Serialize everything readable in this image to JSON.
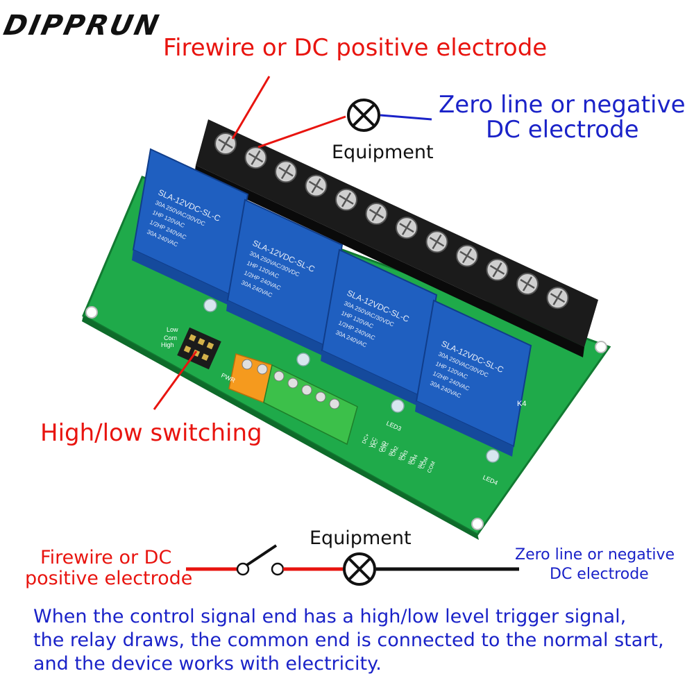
{
  "brand": "DIPPRUN",
  "top_labels": {
    "firewire": "Firewire or DC positive electrode",
    "zero_line_1": "Zero line or negative",
    "zero_line_2": "DC electrode",
    "equipment": "Equipment"
  },
  "switching_label": "High/low switching",
  "relays": [
    {
      "model": "SLA-12VDC-SL-C",
      "rating_1": "30A 250VAC/30VDC",
      "rating_2": "1HP 120VAC",
      "rating_3": "1/2HP 240VAC",
      "rating_4": "30A 240VAC"
    },
    {
      "model": "SLA-12VDC-SL-C",
      "rating_1": "30A 250VAC/30VDC",
      "rating_2": "1HP 120VAC",
      "rating_3": "1/2HP 240VAC",
      "rating_4": "30A 240VAC"
    },
    {
      "model": "SLA-12VDC-SL-C",
      "rating_1": "30A 250VAC/30VDC",
      "rating_2": "1HP 120VAC",
      "rating_3": "1/2HP 240VAC",
      "rating_4": "30A 240VAC"
    },
    {
      "model": "SLA-12VDC-SL-C",
      "rating_1": "30A 250VAC/30VDC",
      "rating_2": "1HP 120VAC",
      "rating_3": "1/2HP 240VAC",
      "rating_4": "30A 240VAC"
    }
  ],
  "board_marks": {
    "k4": "K4",
    "pins_top": [
      "DC+",
      "DC-",
      "CH1",
      "CH2",
      "CH3",
      "CH4",
      "COM"
    ],
    "pins_bottom": [
      "VCC",
      "GND",
      "IN1",
      "IN2",
      "IN3",
      "IN4",
      "COM"
    ],
    "led4": "LED4",
    "led3": "LED3",
    "pwr": "PWR",
    "low": "Low",
    "com": "Com",
    "high": "High"
  },
  "circuit": {
    "equipment": "Equipment",
    "left_1": "Firewire or DC",
    "left_2": "positive electrode",
    "right_1": "Zero line or negative",
    "right_2": "DC electrode"
  },
  "note": {
    "line_1": "When the control signal end has a high/low level trigger signal,",
    "line_2": "the relay draws, the common end is connected to the normal start,",
    "line_3": "and the device works with electricity."
  },
  "colors": {
    "red": "#e8140f",
    "blue": "#1a22c8",
    "pcb_green": "#1faa4a",
    "relay_blue": "#1f5fc0",
    "terminal_black": "#1b1b1b",
    "orange_terminal": "#f59a1e",
    "green_terminal": "#3cc04a"
  }
}
